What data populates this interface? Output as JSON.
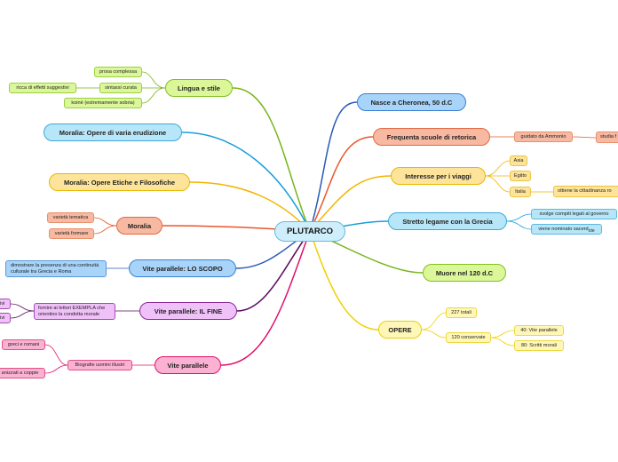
{
  "center": "PLUTARCO",
  "right": {
    "nascita": "Nasce a Cheronea, 50 d.C",
    "scuole": {
      "label": "Frequenta scuole di retorica",
      "guidato": "guidato da Ammonio",
      "studia": "studia f"
    },
    "viaggi": {
      "label": "Interesse per i viaggi",
      "asia": "Asia",
      "egitto": "Egitto",
      "italia": "Italia",
      "cittadinanza": "ottiene la cittadinanza ro"
    },
    "grecia": {
      "label": "Stretto legame con la Grecia",
      "compiti": "svolge compiti legati al governo",
      "sacerdote": "viene nominato sacerd",
      "sacerdote_tail": "ote"
    },
    "morte": "Muore nel 120 d.C",
    "opere": {
      "label": "OPERE",
      "totali": "227 totali",
      "conservate": "120 conservate",
      "vite": "40: Vite parallele",
      "scritti": "80: Scritti morali"
    }
  },
  "left": {
    "lingua": {
      "label": "Lingua e stile",
      "prosa": "prosa complessa",
      "sintassi": "sintassi curata",
      "effetti": "ricca di effetti suggestivi",
      "koine": "koinè (estremamente sobria)"
    },
    "erudizione": "Moralia: Opere di varia erudizione",
    "etiche": "Moralia: Opere Etiche e Filosofiche",
    "moralia": {
      "label": "Moralia",
      "tematica": "varietà tematica",
      "formare": "varietà formare"
    },
    "scopo": {
      "label": "Vite parallele: LO SCOPO",
      "dimostrare": "dimostrare la presenza di una continuità culturale tra Grecia e Roma"
    },
    "fine": {
      "label": "Vite parallele: IL FINE",
      "fornire": "fornire ai lettori EXEMPLA che orientino la condotta morale",
      "c1": "tivi",
      "c2": "tivi"
    },
    "vite": {
      "label": "Vite parallele",
      "biografie": "Biografie uomini illustri",
      "greci": "greci e romani",
      "coppie": "anizzati a coppie"
    }
  }
}
